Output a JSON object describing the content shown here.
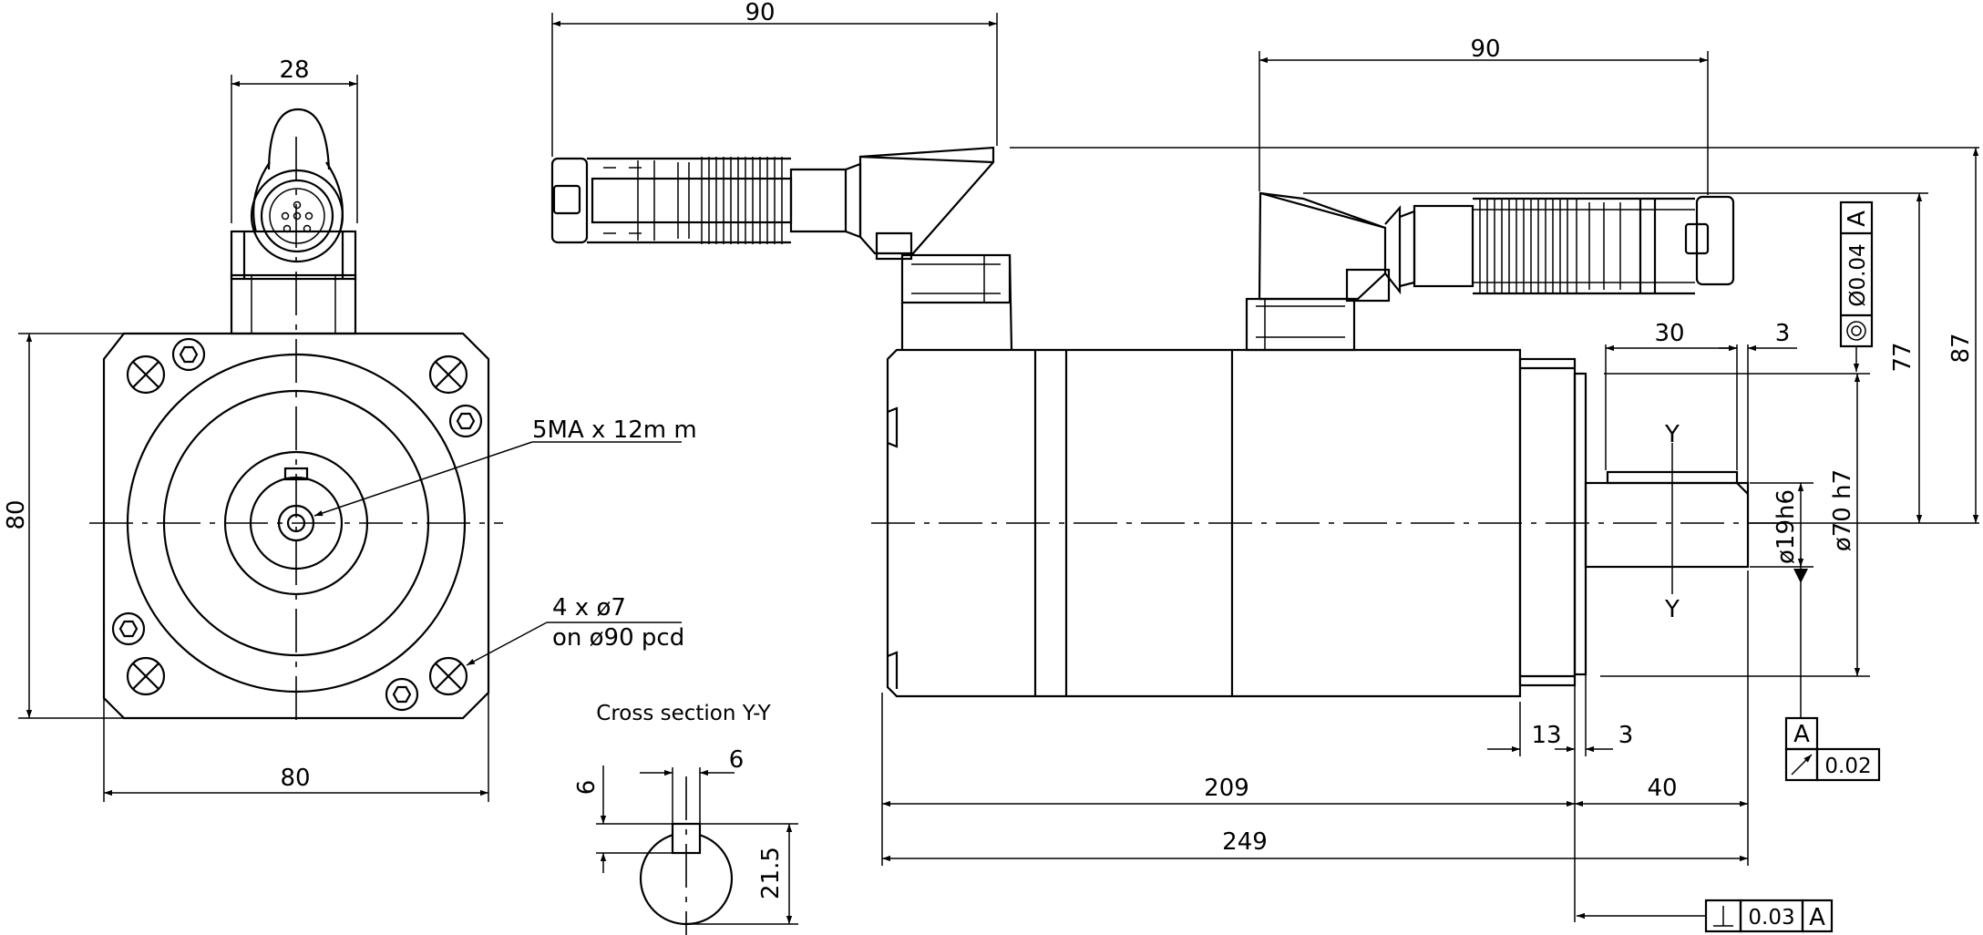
{
  "front_view": {
    "dim_connector_width": "28",
    "dim_height": "80",
    "dim_width": "80",
    "note_thread": "5MA x 12m m",
    "note_holes_line1": "4 x ø7",
    "note_holes_line2": "on ø90  pcd"
  },
  "cable_views": {
    "dim_left_connector": "90",
    "dim_right_connector": "90"
  },
  "side_view": {
    "dim_shaft_key_length": "30",
    "dim_key_offset": "3",
    "dim_77": "77",
    "dim_87": "87",
    "dim_pilot_diameter": "ø70 h7",
    "dim_shaft_diameter": "ø19h6",
    "section_mark_top": "Y",
    "section_mark_bottom": "Y",
    "dim_flange_13": "13",
    "dim_flange_3": "3",
    "dim_body_209": "209",
    "dim_shaft_40": "40",
    "dim_total_249": "249"
  },
  "tolerances": {
    "concentricity_value": "Ø0.04",
    "concentricity_datum": "A",
    "datum_label": "A",
    "runout_value": "0.02",
    "perpendicularity_value": "0.03",
    "perpendicularity_datum": "A"
  },
  "cross_section": {
    "title": "Cross section Y-Y",
    "dim_key_width": "6",
    "dim_key_depth": "6",
    "dim_shaft_height": "21.5"
  }
}
